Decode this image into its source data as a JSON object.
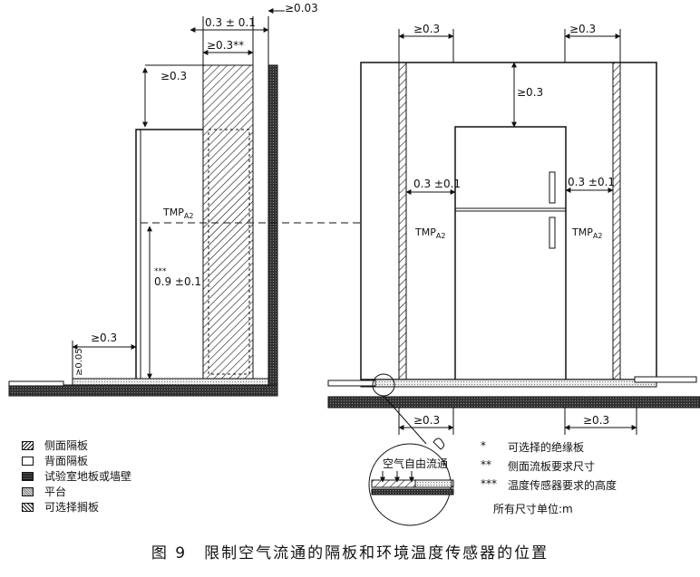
{
  "caption": "图 9　限制空气流通的隔板和环境温度传感器的位置",
  "labels": {
    "dim_03_01_top": "0.3 ± 0.1",
    "dim_ge003": "≥0.03",
    "dim_ge03_star2": "≥0.3**",
    "dim_ge03_left_top": "≥0.3",
    "tmp_left": "TMP",
    "tmp_sub": "A2",
    "dim_09": "0.9 ±0.1",
    "dim_09_stars": "***",
    "dim_ge03_floor": "≥0.3",
    "dim_ge005": "≥0.05",
    "right_top_left": "≥0.3",
    "right_top_right": "≥0.3",
    "right_mid": "≥0.3",
    "right_dim_left": "0.3 ±0.1",
    "right_dim_right": "0.3 ±0.1",
    "tmp_right_left": "TMP",
    "tmp_right_right": "TMP",
    "bottom_left_dim": "≥0.3",
    "bottom_right_dim": "≥0.3",
    "airflow": "空气自由流通"
  },
  "legend": [
    {
      "label": "侧面隔板",
      "icon": "diagonal-hatch"
    },
    {
      "label": "背面隔板",
      "icon": "plain"
    },
    {
      "label": "试验室地板或墙壁",
      "icon": "dense-fill"
    },
    {
      "label": "平台",
      "icon": "dotted-fill"
    },
    {
      "label": "可选择搁板",
      "icon": "hatch"
    }
  ],
  "notes": [
    {
      "mark": "*",
      "text": "可选择的绝缘板"
    },
    {
      "mark": "**",
      "text": "侧面流板要求尺寸"
    },
    {
      "mark": "***",
      "text": "温度传感器要求的高度"
    }
  ],
  "units": "所有尺寸单位:m"
}
